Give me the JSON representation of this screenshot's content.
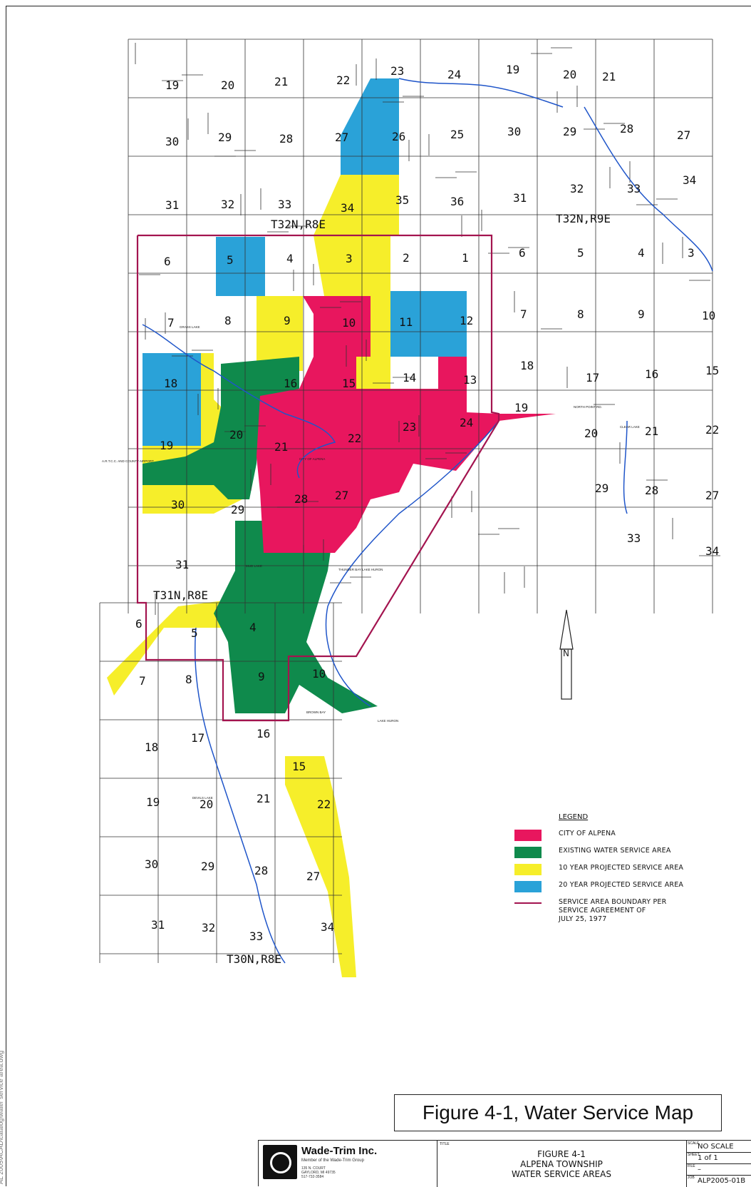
{
  "side_note": "AL 2005\\ACAD\\catalog\\water service area.dwg",
  "colors": {
    "city": "#e8165e",
    "existing": "#0f8a4c",
    "ten_year": "#f6ee2a",
    "twenty_year": "#2aa2d8",
    "boundary": "#a3144f",
    "water": "#1f55c9",
    "grid": "#333333"
  },
  "township_labels": [
    "T32N,R8E",
    "T32N,R9E",
    "T31N,R8E",
    "T30N,R8E"
  ],
  "place_labels": [
    "A.R.T.C.C. AND COUNTY AIRPORT",
    "CITY OF ALPENA",
    "MUD LAKE",
    "THUNDER BAY LAKE HURON",
    "BROWN BAY",
    "LAKE HURON",
    "GRASS LAKE",
    "DEVILS LAKE",
    "CLEAR LAKE",
    "NORTH POINT RD."
  ],
  "north_arrow_label": "N",
  "legend": {
    "title": "LEGEND",
    "items": [
      {
        "label": "CITY OF ALPENA",
        "color": "#e8165e",
        "kind": "box"
      },
      {
        "label": "EXISTING WATER SERVICE AREA",
        "color": "#0f8a4c",
        "kind": "box"
      },
      {
        "label": "10 YEAR PROJECTED SERVICE AREA",
        "color": "#f6ee2a",
        "kind": "box"
      },
      {
        "label": "20 YEAR PROJECTED SERVICE AREA",
        "color": "#2aa2d8",
        "kind": "box"
      },
      {
        "label": "SERVICE AREA BOUNDARY PER\nSERVICE AGREEMENT OF\nJULY 25, 1977",
        "color": "#a3144f",
        "kind": "line"
      }
    ]
  },
  "figure_caption": "Figure 4-1, Water Service Map",
  "title_block": {
    "company": "Wade-Trim Inc.",
    "company_sub": "Member of the Wade-Trim Group",
    "company_address": "135 N. COURT\nGAYLORD, MI 49735\n517-732-3584",
    "title_tag": "TITLE",
    "title": "FIGURE 4-1\nALPENA TOWNSHIP\nWATER SERVICE AREAS",
    "scale_tag": "SCALE",
    "scale": "NO SCALE",
    "sheet_tag": "SHEET",
    "sheet": "1 of 1",
    "file_tag": "FILE",
    "file": "–",
    "job_tag": "JOB",
    "job": "ALP2005-01B"
  }
}
